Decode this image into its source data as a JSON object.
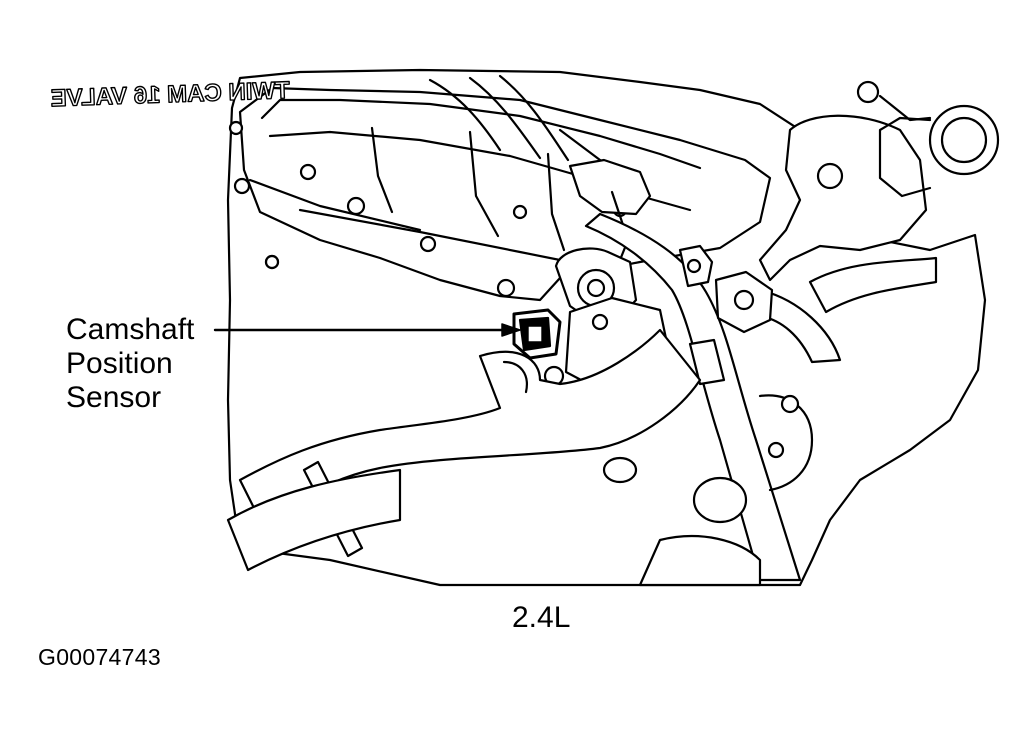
{
  "callout": {
    "line1": "Camshaft",
    "line2": "Position",
    "line3": "Sensor"
  },
  "caption": "2.4L",
  "figure_id": "G00074743",
  "cover_lettering": "TWIN CAM 16 VALVE",
  "colors": {
    "ink": "#000000",
    "paper": "#ffffff"
  }
}
